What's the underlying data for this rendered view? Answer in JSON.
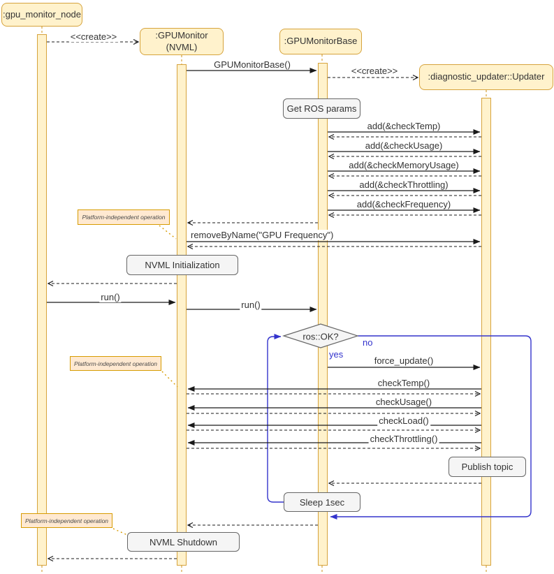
{
  "participants": {
    "node": ":gpu_monitor_node",
    "monitor_line1": ":GPUMonitor",
    "monitor_line2": "(NVML)",
    "base": ":GPUMonitorBase",
    "updater": ":diagnostic_updater::Updater"
  },
  "messages": {
    "create1": "<<create>>",
    "ctor": "GPUMonitorBase()",
    "create2": "<<create>>",
    "add_temp": "add(&checkTemp)",
    "add_usage": "add(&checkUsage)",
    "add_memory": "add(&checkMemoryUsage)",
    "add_throttling": "add(&checkThrottling)",
    "add_frequency": "add(&checkFrequency)",
    "remove_by_name": "removeByName(\"GPU Frequency\")",
    "run_node": "run()",
    "run_monitor": "run()",
    "force_update": "force_update()",
    "check_temp": "checkTemp()",
    "check_usage": "checkUsage()",
    "check_load": "checkLoad()",
    "check_throttling": "checkThrottling()"
  },
  "actions": {
    "get_ros_params": "Get ROS params",
    "nvml_init": "NVML Initialization",
    "publish_topic": "Publish topic",
    "sleep": "Sleep 1sec",
    "nvml_shutdown": "NVML Shutdown"
  },
  "notes": {
    "platform_1": "Platform-independent operation",
    "platform_2": "Platform-independent operation",
    "platform_3": "Platform-independent operation"
  },
  "decision": {
    "condition": "ros::OK?",
    "yes_label": "yes",
    "no_label": "no"
  },
  "colors": {
    "participant_fill": "#FFF2CC",
    "participant_border": "#D6A33C",
    "note_fill": "#FFE9D1",
    "note_border": "#D79B00",
    "action_fill": "#F5F5F5",
    "action_border": "#666666",
    "loop_blue": "#3333CC",
    "arrow_black": "#1A1A1A",
    "text": "#333333"
  }
}
